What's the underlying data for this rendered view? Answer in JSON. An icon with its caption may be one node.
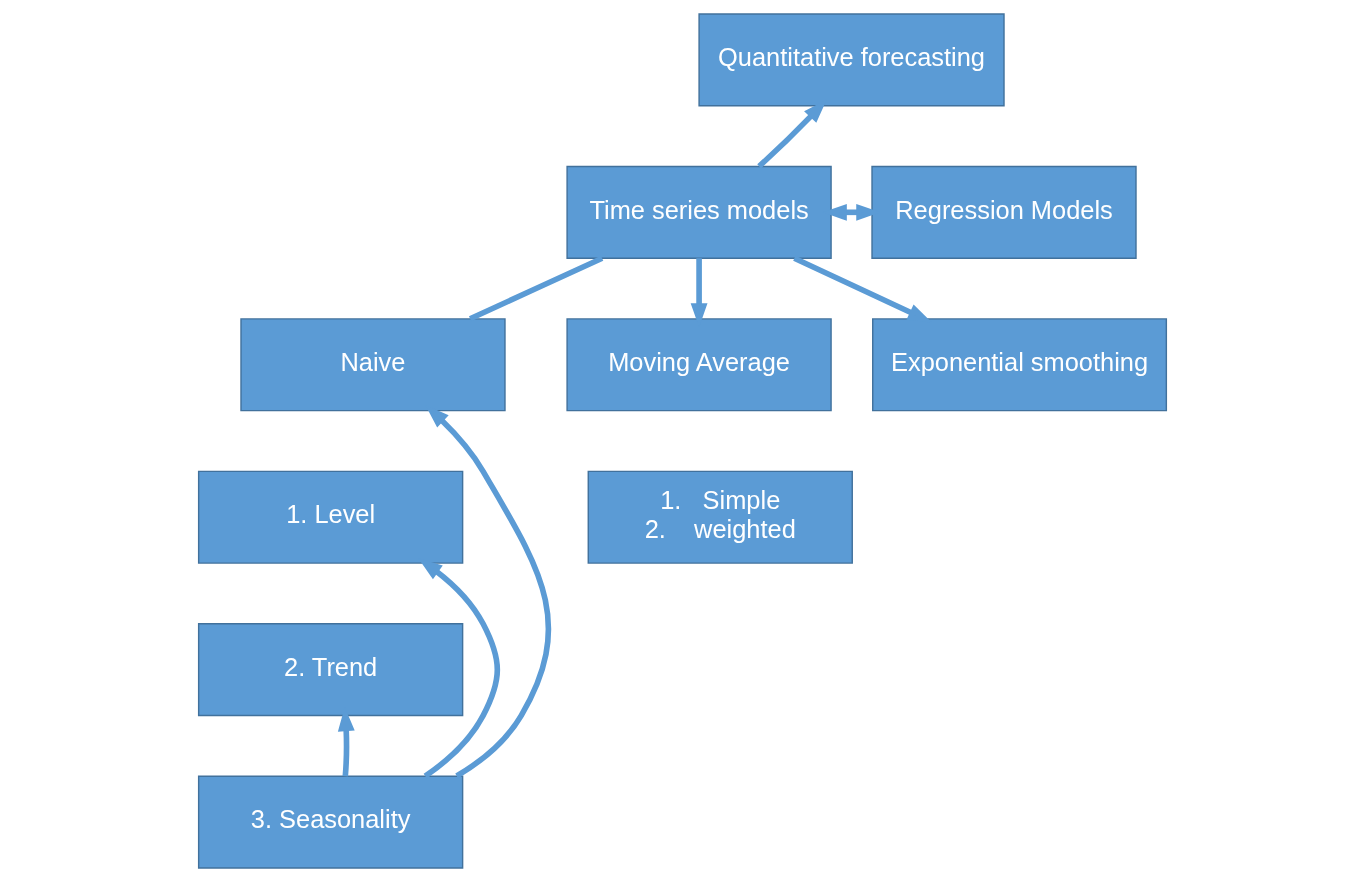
{
  "diagram": {
    "nodes": [
      {
        "text": [
          "Quantitative forecasting"
        ]
      },
      {
        "text": [
          "Time series models"
        ]
      },
      {
        "text": [
          "Regression Models"
        ]
      },
      {
        "text": [
          "Naive"
        ]
      },
      {
        "text": [
          "Moving Average"
        ]
      },
      {
        "text": [
          "Exponential smoothing"
        ]
      },
      {
        "text": [
          "1. Level"
        ]
      },
      {
        "text": [
          "2. Trend"
        ]
      },
      {
        "text": [
          "3. Seasonality"
        ]
      },
      {
        "text": [
          "1.   Simple",
          "2.    weighted"
        ]
      }
    ],
    "edges": [
      {
        "from": 1,
        "to": 0,
        "arrow": "to"
      },
      {
        "from": 1,
        "to": 2,
        "arrow": "both"
      },
      {
        "from": 1,
        "to": 3,
        "arrow": "none"
      },
      {
        "from": 1,
        "to": 4,
        "arrow": "to"
      },
      {
        "from": 1,
        "to": 5,
        "arrow": "to"
      },
      {
        "from": 8,
        "to": 3,
        "arrow": "to"
      },
      {
        "from": 8,
        "to": 6,
        "arrow": "to"
      },
      {
        "from": 8,
        "to": 7,
        "arrow": "to"
      }
    ]
  }
}
